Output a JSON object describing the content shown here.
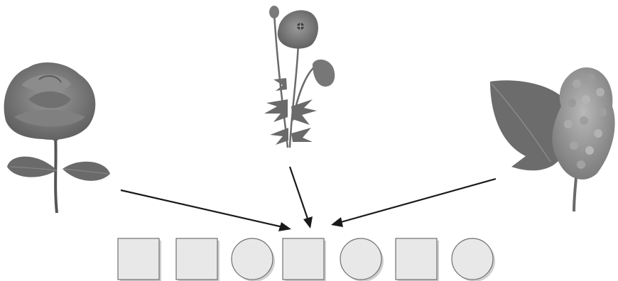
{
  "figure": {
    "flowers": [
      {
        "id": "rose",
        "icon": "rose-icon"
      },
      {
        "id": "poppy",
        "icon": "poppy-icon"
      },
      {
        "id": "lilac",
        "icon": "lilac-icon"
      }
    ],
    "arrows": [
      {
        "from": "rose",
        "to": "slot-4"
      },
      {
        "from": "poppy",
        "to": "slot-4"
      },
      {
        "from": "lilac",
        "to": "slot-4"
      }
    ],
    "slots": [
      {
        "shape": "square"
      },
      {
        "shape": "square"
      },
      {
        "shape": "circle"
      },
      {
        "shape": "square"
      },
      {
        "shape": "circle"
      },
      {
        "shape": "square"
      },
      {
        "shape": "circle"
      }
    ],
    "colors": {
      "flower_gray": "#7a7a7a",
      "slot_fill": "#e8e8e8",
      "slot_stroke": "#6f6f6f",
      "arrow": "#1a1a1a"
    }
  }
}
